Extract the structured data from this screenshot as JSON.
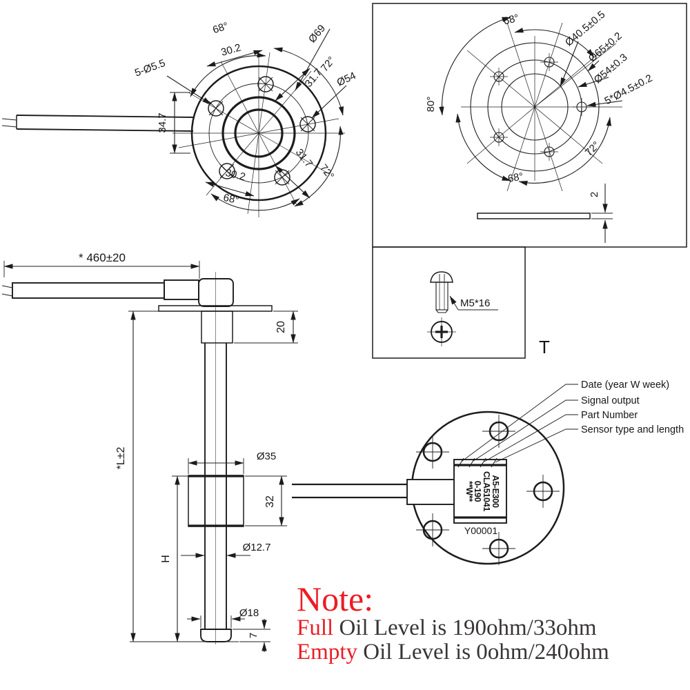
{
  "views": {
    "flange_front": {
      "angle_top": "68°",
      "chord_top": "30.2",
      "dia_outer": "Ø69",
      "angle_top_right": "72°",
      "pitch_top": "31.7",
      "dia_bolt_circle": "Ø54",
      "holes_label": "5-Ø5.5",
      "cable_width": "34.7",
      "pitch_bottom": "31.7",
      "angle_bottom_right": "72°",
      "chord_bottom": "30.2",
      "angle_bottom": "68°"
    },
    "gasket": {
      "angle_top": "68°",
      "dia_inner": "Ø40.5±0.5",
      "dia_outer": "Ø65±0.2",
      "dia_bolt_circle": "Ø54±0.3",
      "holes_label": "5*Ø4.5±0.2",
      "angle_left": "80°",
      "angle_bottom": "68°",
      "angle_bottom_right": "72°",
      "thickness": "2",
      "screw_label": "M5*16",
      "section_mark": "T"
    },
    "side": {
      "cable_length": "* 460±20",
      "head_height": "20",
      "overall_length": "*L±2",
      "float_position": "H",
      "float_dia": "Ø35",
      "float_height": "32",
      "tube_dia": "Ø12.7",
      "tip_dia": "Ø18",
      "tip_height": "7"
    },
    "top_label": {
      "callouts": [
        "Date (year W week)",
        "Signal output",
        "Part Number",
        "Sensor type and length"
      ],
      "plate_lines": [
        "A5-E300",
        "CLA51041",
        "0-190",
        "**W**"
      ],
      "serial": "Y00001"
    }
  },
  "note": {
    "title": "Note:",
    "full_label": "Full",
    "full_text": " Oil Level is 190ohm/33ohm",
    "empty_label": "Empty",
    "empty_text": " Oil Level is 0ohm/240ohm",
    "accent_color": "#ec1c24",
    "text_color": "#393536"
  }
}
